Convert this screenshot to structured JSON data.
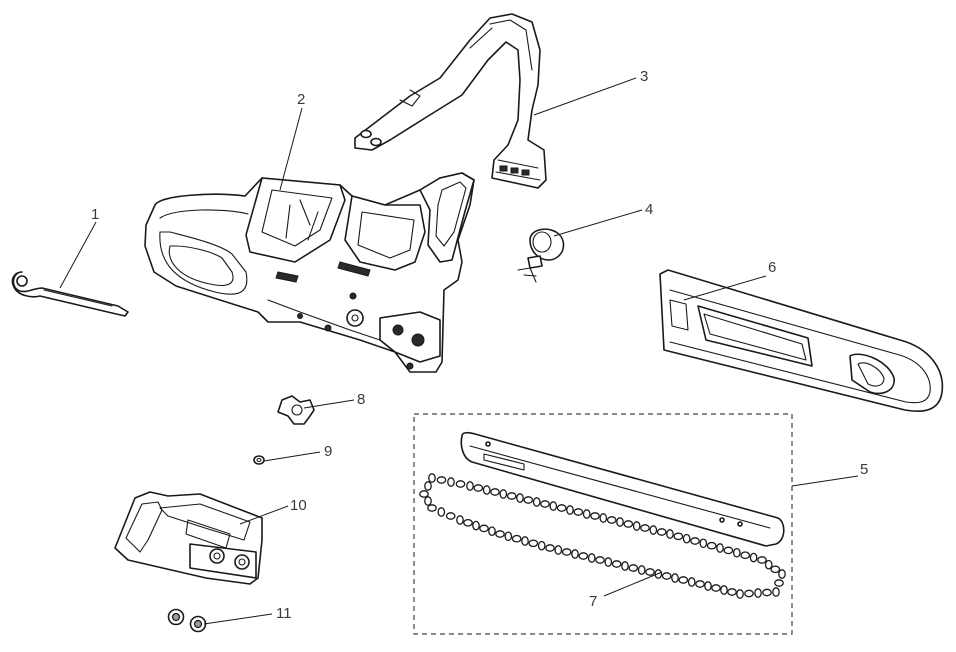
{
  "callouts": [
    {
      "id": "1",
      "label": "1",
      "part": "bar-wrench"
    },
    {
      "id": "2",
      "label": "2",
      "part": "motor-housing"
    },
    {
      "id": "3",
      "label": "3",
      "part": "front-handle"
    },
    {
      "id": "4",
      "label": "4",
      "part": "oil-cap"
    },
    {
      "id": "5",
      "label": "5",
      "part": "guide-bar-and-chain-set"
    },
    {
      "id": "6",
      "label": "6",
      "part": "scabbard"
    },
    {
      "id": "7",
      "label": "7",
      "part": "saw-chain"
    },
    {
      "id": "8",
      "label": "8",
      "part": "sprocket"
    },
    {
      "id": "9",
      "label": "9",
      "part": "clip"
    },
    {
      "id": "10",
      "label": "10",
      "part": "sprocket-cover"
    },
    {
      "id": "11",
      "label": "11",
      "part": "bar-nuts"
    }
  ],
  "colors": {
    "line": "#1a1a1a",
    "label": "#3a3a3a",
    "background": "#ffffff"
  }
}
